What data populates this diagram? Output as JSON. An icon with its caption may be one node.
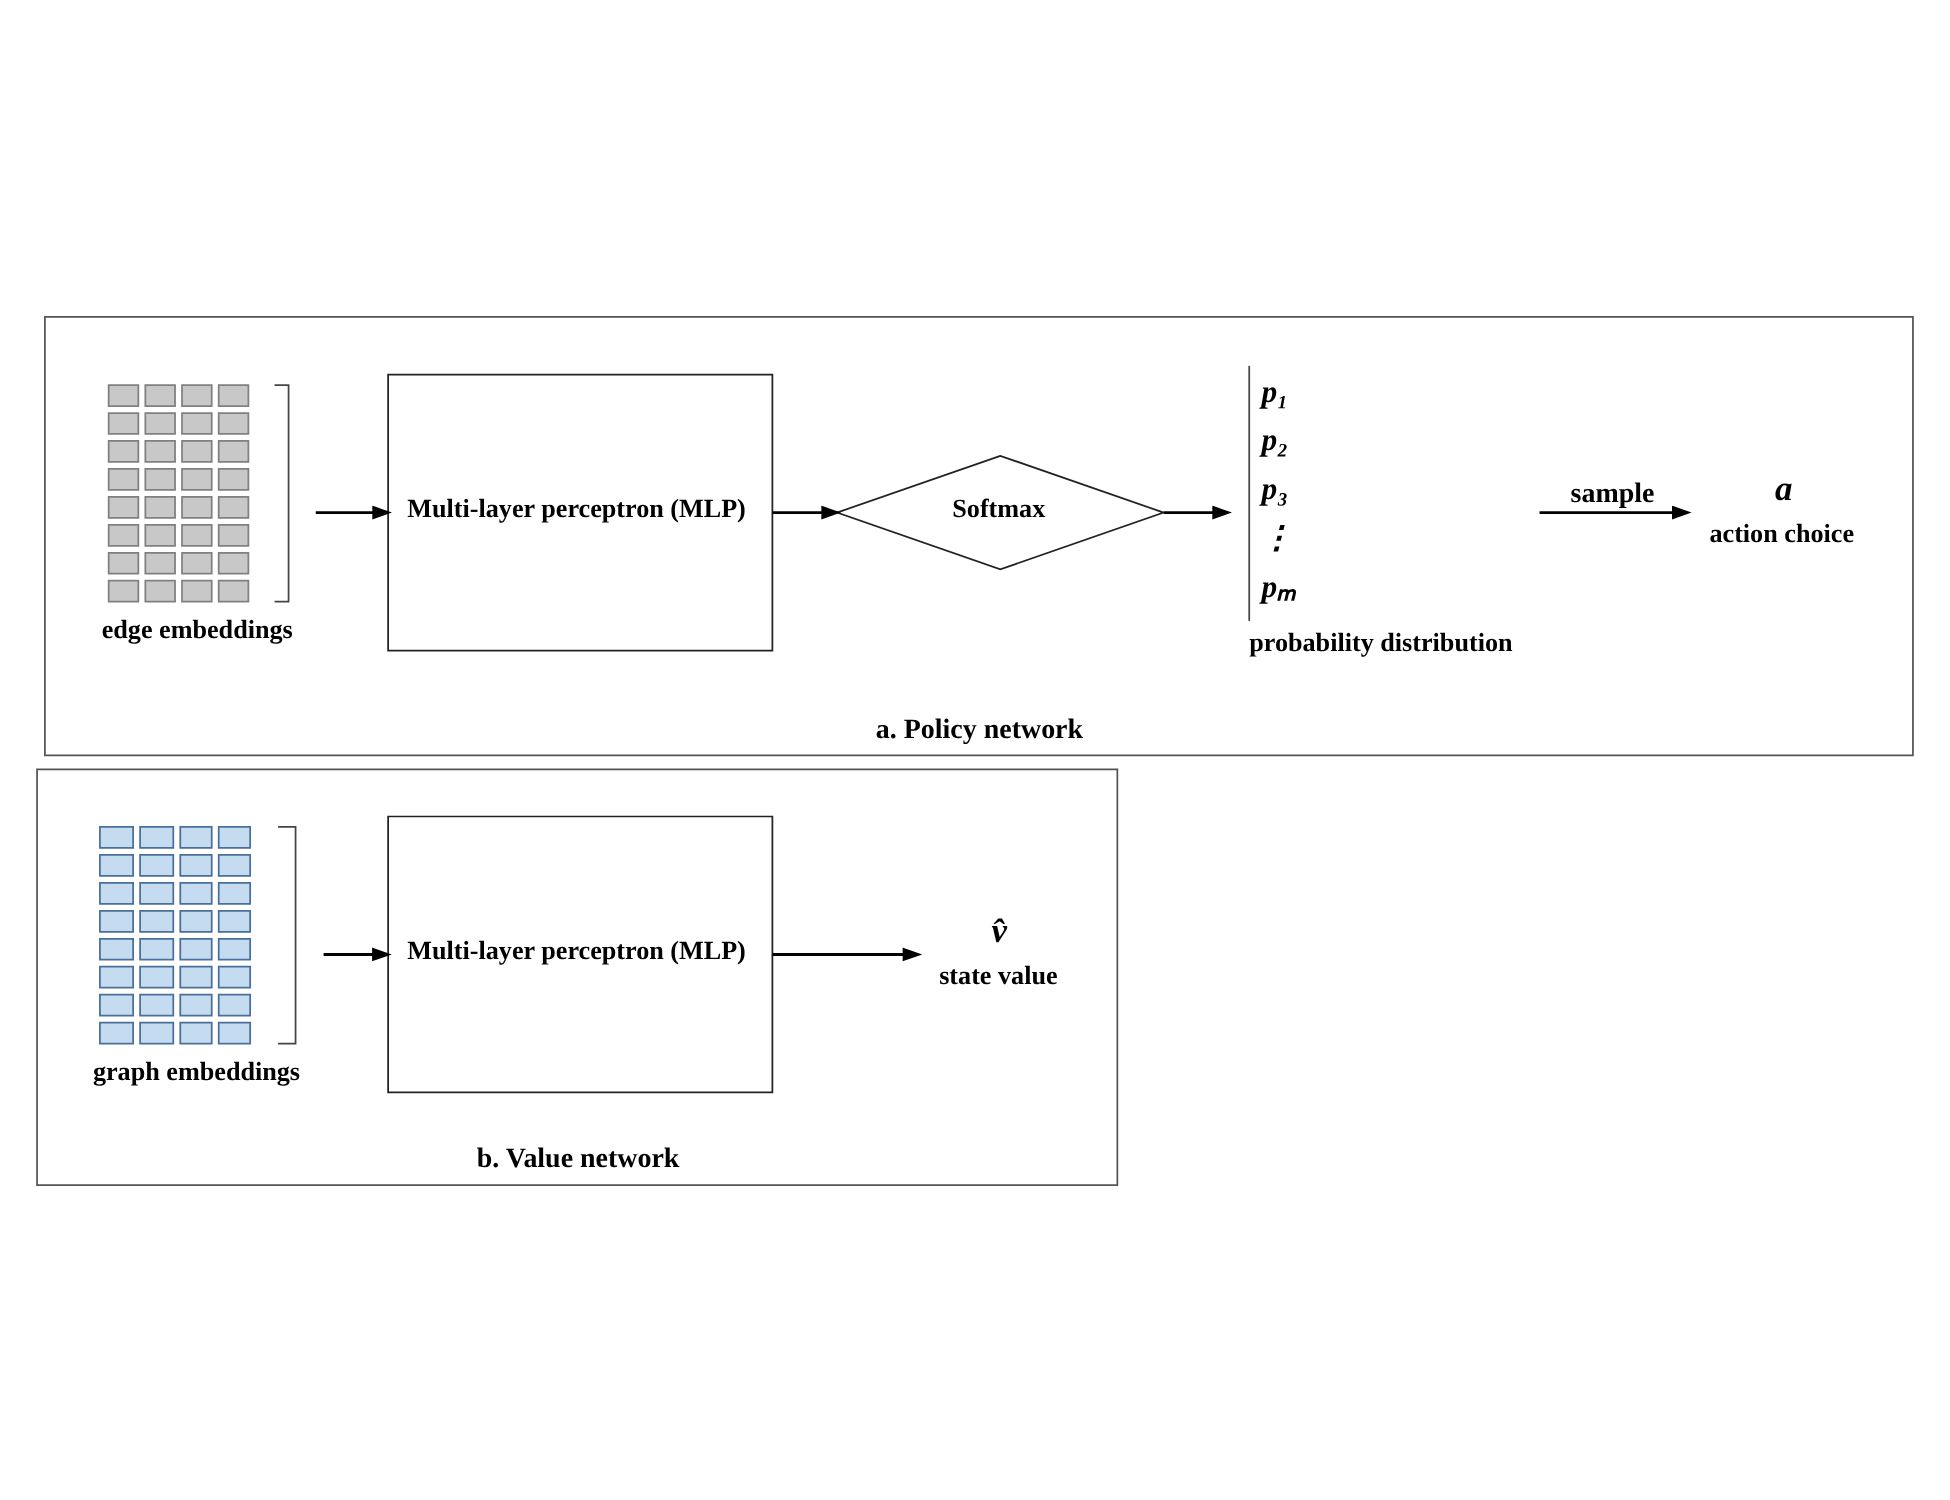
{
  "diagram": {
    "nodes": [
      {
        "text": [
          "a. Policy network"
        ]
      },
      {
        "text": [
          "edge embeddings"
        ],
        "in": 0
      },
      {
        "text": [
          "Multi-layer perceptron (MLP)"
        ],
        "in": 0
      },
      {
        "text": [
          "Softmax"
        ],
        "in": 0
      },
      {
        "text": [
          "p₁",
          "p₂",
          "p₃",
          "⋮",
          "pₘ",
          "probability distribution"
        ],
        "in": 0
      },
      {
        "text": [
          "a",
          "action choice"
        ],
        "in": 0
      },
      {
        "text": [
          "b. Value network"
        ]
      },
      {
        "text": [
          "graph embeddings"
        ],
        "in": 6
      },
      {
        "text": [
          "Multi-layer perceptron (MLP)"
        ],
        "in": 6
      },
      {
        "text": [
          "v̂",
          "state value"
        ],
        "in": 6
      }
    ],
    "edges": [
      {
        "from": 1,
        "to": 2,
        "arrow": "to"
      },
      {
        "from": 2,
        "to": 3,
        "arrow": "to"
      },
      {
        "from": 3,
        "to": 4,
        "arrow": "to"
      },
      {
        "from": 4,
        "to": 5,
        "arrow": "to",
        "label": "sample"
      },
      {
        "from": 7,
        "to": 8,
        "arrow": "to"
      },
      {
        "from": 8,
        "to": 9,
        "arrow": "to"
      }
    ]
  }
}
